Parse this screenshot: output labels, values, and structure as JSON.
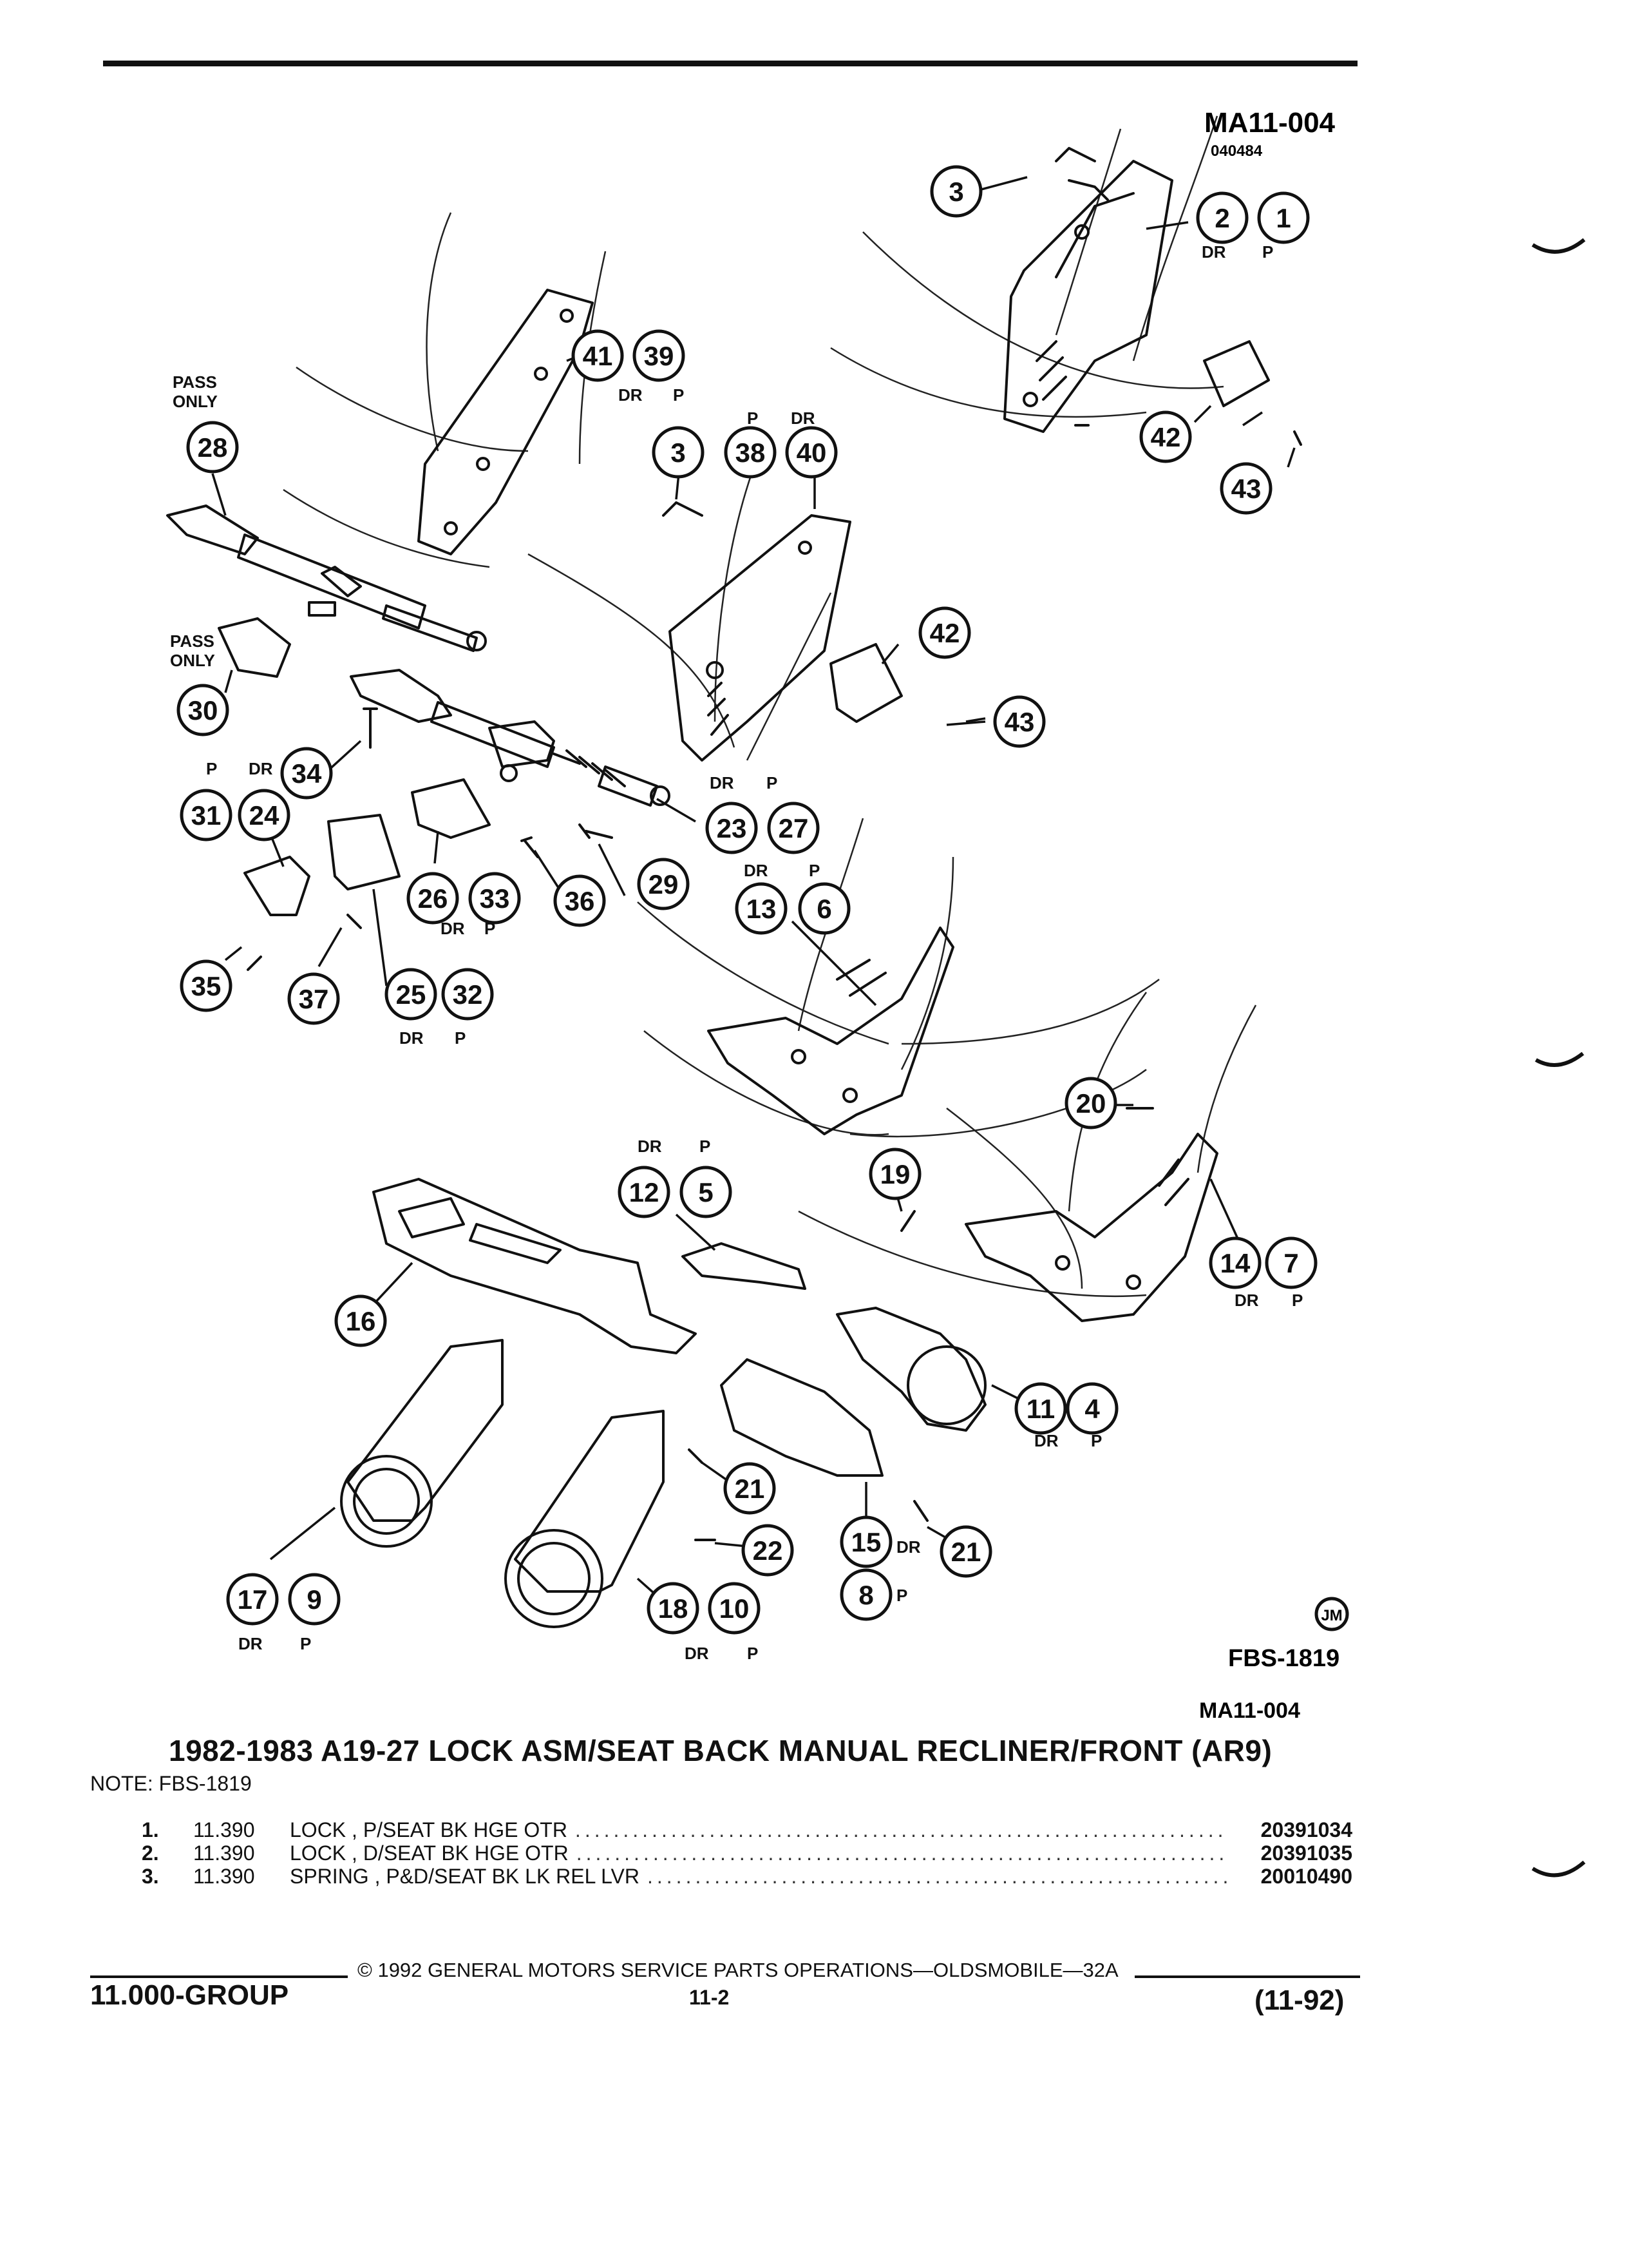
{
  "header": {
    "illustration_code": "MA11-004",
    "illustration_date": "040484"
  },
  "diagram": {
    "callouts": [
      {
        "n": "1"
      },
      {
        "n": "2"
      },
      {
        "n": "3"
      },
      {
        "n": "3"
      },
      {
        "n": "4"
      },
      {
        "n": "5"
      },
      {
        "n": "6"
      },
      {
        "n": "7"
      },
      {
        "n": "8"
      },
      {
        "n": "9"
      },
      {
        "n": "10"
      },
      {
        "n": "11"
      },
      {
        "n": "12"
      },
      {
        "n": "13"
      },
      {
        "n": "14"
      },
      {
        "n": "15"
      },
      {
        "n": "16"
      },
      {
        "n": "17"
      },
      {
        "n": "18"
      },
      {
        "n": "19"
      },
      {
        "n": "20"
      },
      {
        "n": "21"
      },
      {
        "n": "21"
      },
      {
        "n": "22"
      },
      {
        "n": "23"
      },
      {
        "n": "24"
      },
      {
        "n": "25"
      },
      {
        "n": "26"
      },
      {
        "n": "27"
      },
      {
        "n": "28"
      },
      {
        "n": "29"
      },
      {
        "n": "30"
      },
      {
        "n": "31"
      },
      {
        "n": "32"
      },
      {
        "n": "33"
      },
      {
        "n": "34"
      },
      {
        "n": "35"
      },
      {
        "n": "36"
      },
      {
        "n": "37"
      },
      {
        "n": "38"
      },
      {
        "n": "39"
      },
      {
        "n": "40"
      },
      {
        "n": "41"
      },
      {
        "n": "42"
      },
      {
        "n": "42"
      },
      {
        "n": "43"
      },
      {
        "n": "43"
      }
    ],
    "tags": {
      "dr": "DR",
      "p": "P",
      "pass_only_line1": "PASS",
      "pass_only_line2": "ONLY"
    },
    "logo_text": "JM",
    "figure_code": "FBS-1819",
    "figure_ref": "MA11-004"
  },
  "title": "1982-1983 A19-27 LOCK ASM/SEAT BACK MANUAL RECLINER/FRONT (AR9)",
  "note": "NOTE:  FBS-1819",
  "parts": [
    {
      "num": "1.",
      "group": "11.390",
      "desc": "LOCK , P/SEAT BK HGE OTR",
      "part_no": "20391034"
    },
    {
      "num": "2.",
      "group": "11.390",
      "desc": "LOCK , D/SEAT BK HGE OTR",
      "part_no": "20391035"
    },
    {
      "num": "3.",
      "group": "11.390",
      "desc": "SPRING , P&D/SEAT BK LK REL LVR",
      "part_no": "20010490"
    }
  ],
  "footer": {
    "copyright": "©  1992  GENERAL MOTORS SERVICE PARTS OPERATIONS—OLDSMOBILE—32A",
    "group": "11.000-GROUP",
    "page": "11-2",
    "date": "(11-92)"
  }
}
